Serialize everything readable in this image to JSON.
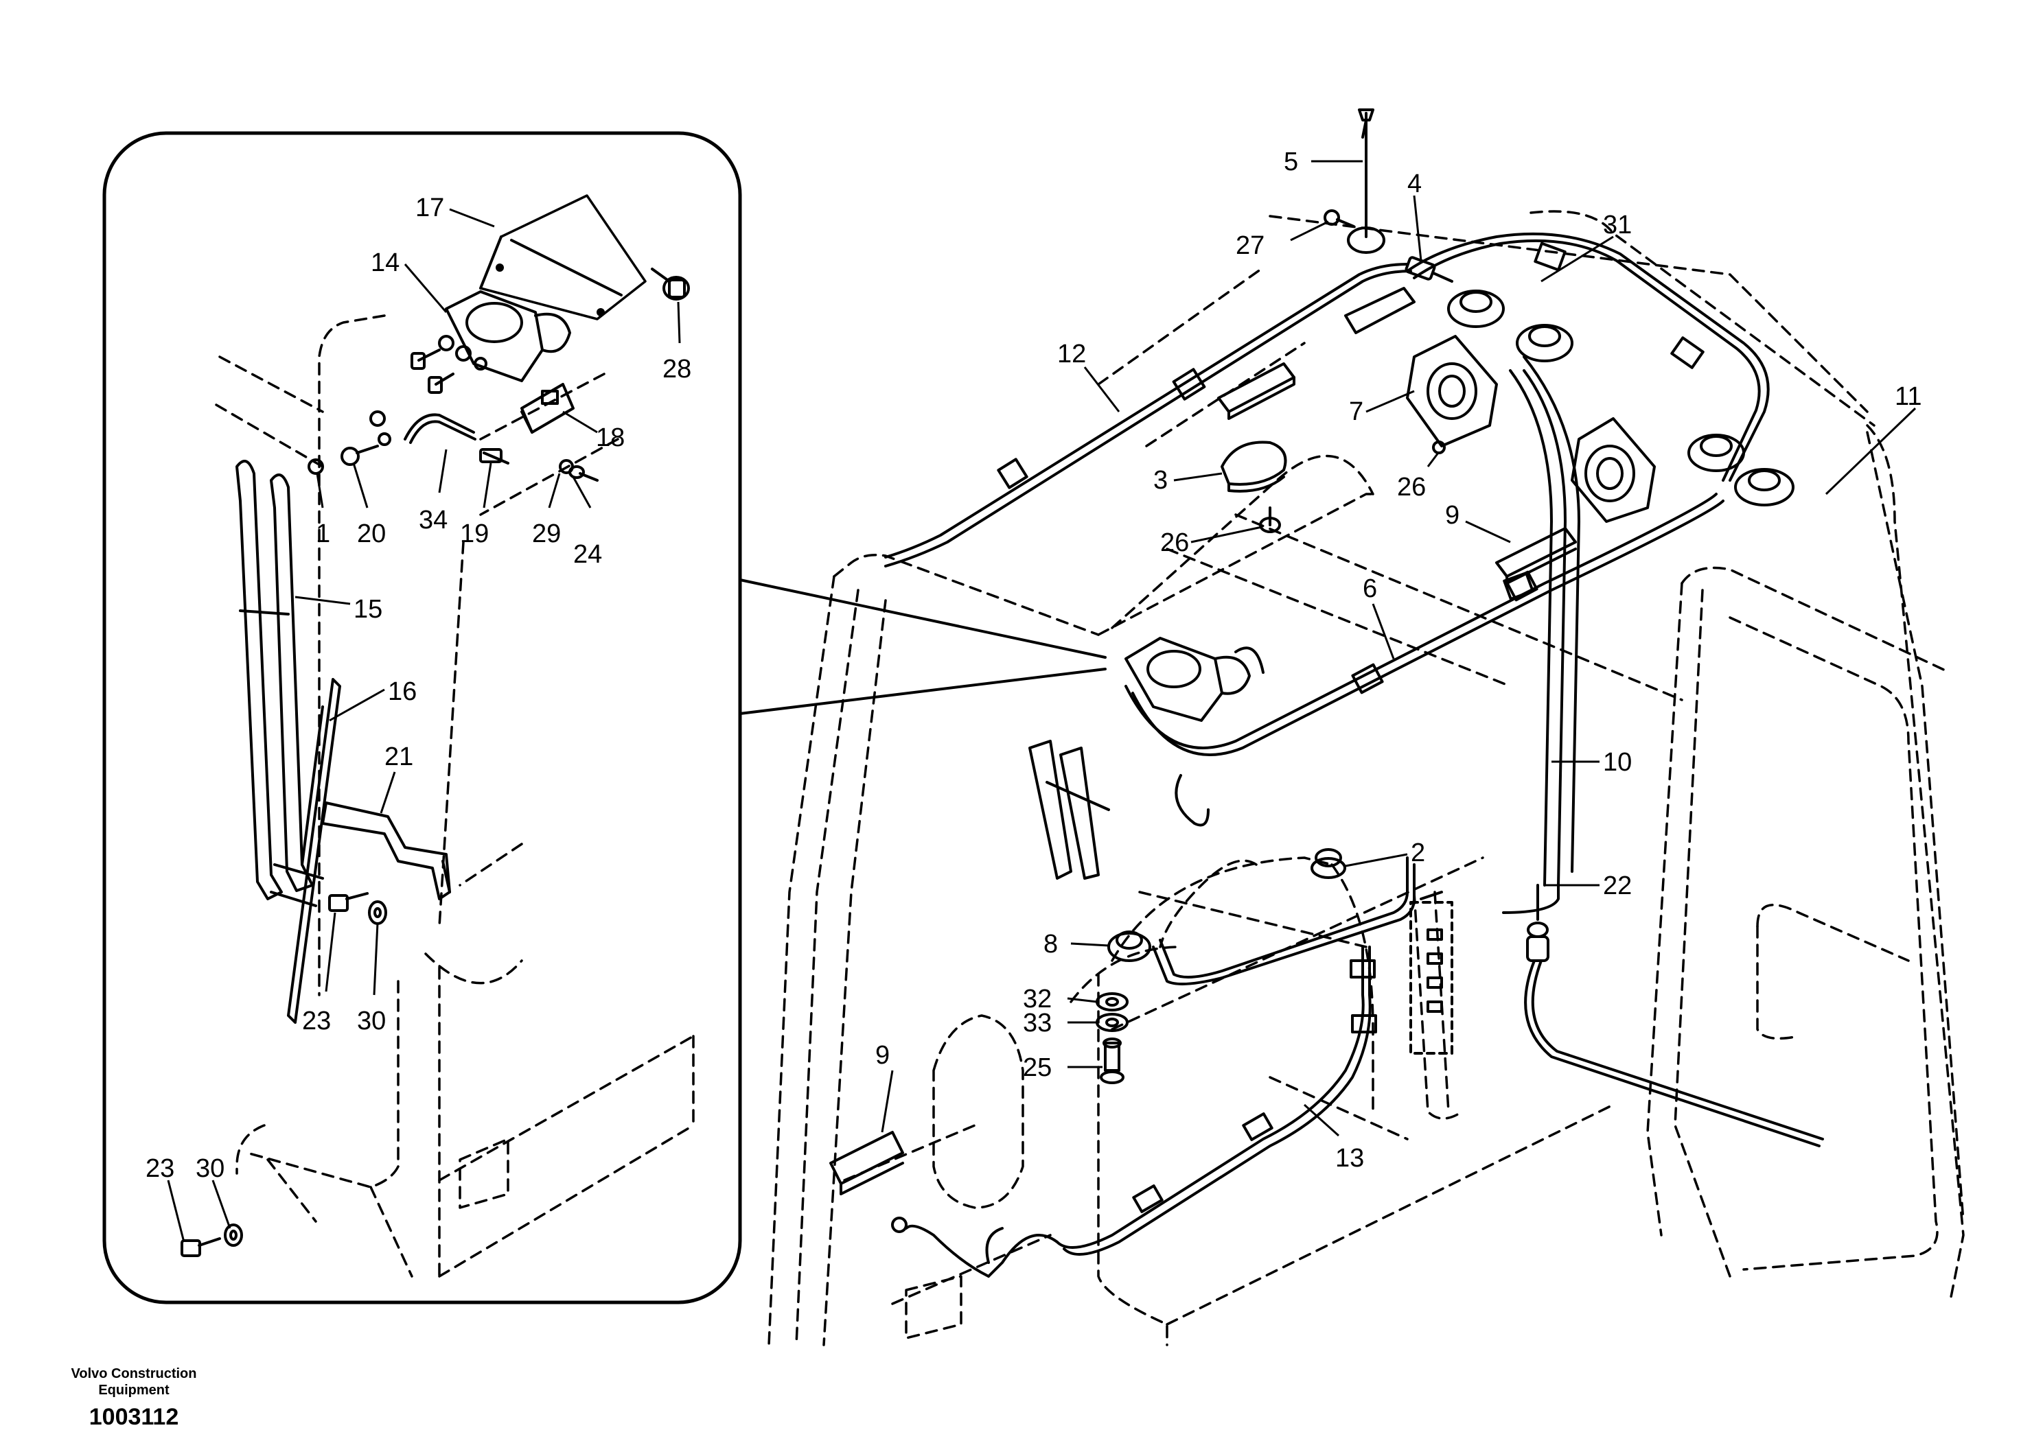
{
  "footer": {
    "company_line1": "Volvo Construction",
    "company_line2": "Equipment",
    "doc_number": "1003112"
  },
  "callouts": [
    "1",
    "2",
    "3",
    "4",
    "5",
    "6",
    "7",
    "8",
    "9",
    "9",
    "10",
    "11",
    "12",
    "13",
    "14",
    "15",
    "16",
    "17",
    "18",
    "19",
    "20",
    "21",
    "22",
    "23",
    "23",
    "24",
    "25",
    "26",
    "26",
    "27",
    "28",
    "29",
    "30",
    "30",
    "31",
    "32",
    "33",
    "34"
  ]
}
